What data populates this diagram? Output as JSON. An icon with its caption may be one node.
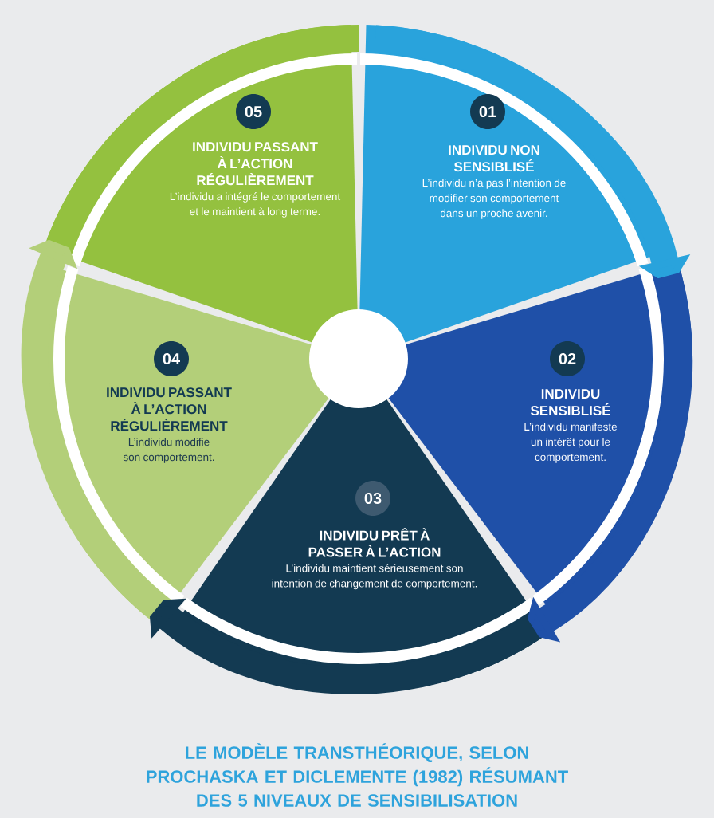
{
  "diagram": {
    "caption": "LE MODÈLE TRANSTHÉORIQUE, SELON PROCHASKA ET DICLEMENTE (1982) RÉSUMANT DES 5 NIVEAUX DE SENSIBILISATION",
    "nodes": [
      {
        "text": [
          "01",
          "INDIVIDU NON SENSIBLISÉ",
          "L’individu n’a pas l’intention de modifier son comportement dans un proche avenir."
        ]
      },
      {
        "text": [
          "02",
          "INDIVIDU SENSIBLISÉ",
          "L’individu manifeste un intérêt pour le comportement."
        ]
      },
      {
        "text": [
          "03",
          "INDIVIDU PRÊT À PASSER À L’ACTION",
          "L’individu maintient sérieusement son intention de changement de comportement."
        ]
      },
      {
        "text": [
          "04",
          "INDIVIDU PASSANT À L’ACTION RÉGULIÈREMENT",
          "L’individu modifie son comportement."
        ]
      },
      {
        "text": [
          "05",
          "INDIVIDU PASSANT À L’ACTION RÉGULIÈREMENT",
          "L’individu a intégré le comportement et le maintient à long terme."
        ]
      },
      {
        "text": [],
        "shape": "circle"
      }
    ],
    "edges": [
      {
        "from": 0,
        "to": 1,
        "arrow": "to",
        "color": "#29a3dc"
      },
      {
        "from": 1,
        "to": 2,
        "arrow": "to",
        "color": "#1f50a8"
      },
      {
        "from": 2,
        "to": 3,
        "arrow": "to",
        "color": "#133a52"
      },
      {
        "from": 3,
        "to": 4,
        "arrow": "to",
        "color": "#b3cf79"
      },
      {
        "from": 4,
        "to": 0,
        "arrow": "none",
        "color": "#94c13f"
      }
    ]
  }
}
